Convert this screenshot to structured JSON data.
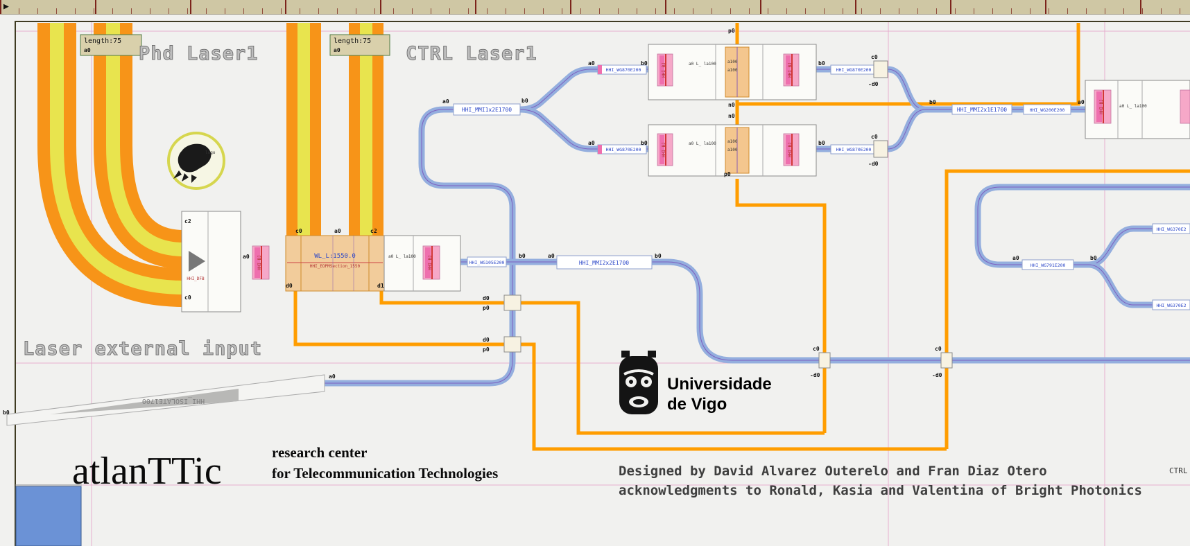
{
  "ruler": {
    "marker": "▶"
  },
  "ports": {
    "a0": "a0",
    "b0": "b0",
    "c0": "c0",
    "c2": "c2",
    "d0": "d0",
    "d1": "d1",
    "p0": "p0",
    "n0": "n0",
    "md0": "-d0"
  },
  "labels": {
    "phd_laser": "Phd Laser1",
    "ctrl_laser": "CTRL Laser1",
    "laser_external_input": "Laser external input",
    "length_left": "length:75",
    "length_right": "length:75",
    "logo_tiny": "logo"
  },
  "components": {
    "eopm_title": "WL_L:1550.0",
    "eopm_name": "HHI_EOPMSection_1550",
    "dfb_name": "HHI_DFB",
    "bj_name": "HHI_BJ",
    "mod_len": "a0 L_ la100",
    "strip_a": "a100",
    "strip_b": "a100",
    "isolator": "HHI_ISOLATE1700"
  },
  "waveguides": {
    "mmi1x2": "HHI_MMI1x2E1700",
    "mmi2x2": "HHI_MMI2x2E1700",
    "mmi2x1": "HHI_MMI2x1E1700",
    "wg_small": "HHI_WG105E200",
    "wg_row1a": "HHI_WG870E200",
    "wg_row1b": "HHI_WG870E200",
    "wg_row2a": "HHI_WG870E200",
    "wg_row2b": "HHI_WG870E200",
    "wg_right_mid": "HHI_WG791E200",
    "wg_right_straight": "HHI_WG200E200",
    "wg_out_top": "HHI_WG370E2",
    "wg_out_bot": "HHI_WG370E2"
  },
  "branding": {
    "uvigo_line1": "Universidade",
    "uvigo_line2": "de Vigo",
    "atlanttic": "atlanTTic",
    "atlanttic_sub1": "research center",
    "atlanttic_sub2": "for Telecommunication Technologies"
  },
  "credits": {
    "line1": "Designed by David Alvarez Outerelo and Fran Diaz Otero",
    "line2": "acknowledgments to Ronald, Kasia and Valentina of Bright Photonics",
    "edge_text": "CTRL"
  },
  "colors": {
    "metal": "#ff9d00",
    "metal_pad": "#f79418",
    "pad_core": "#e8e44e",
    "waveguide": "#94aede",
    "pink_block": "#f6a8c8",
    "grid_pink": "#e6a8cc"
  }
}
